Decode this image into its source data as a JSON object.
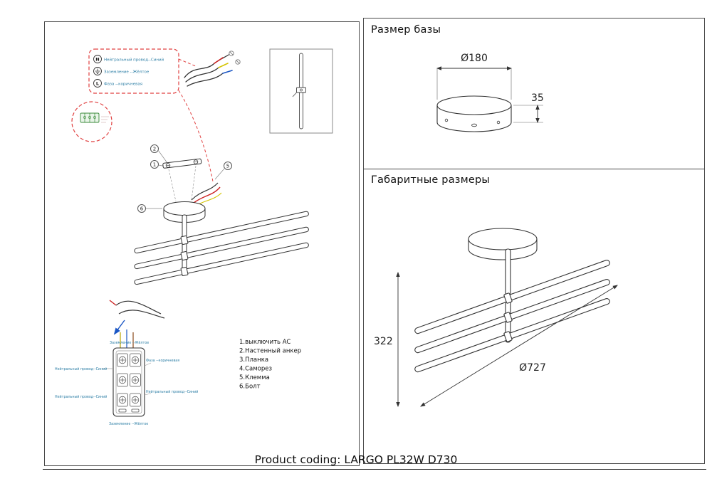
{
  "product": {
    "coding": "Product coding:  LARGO PL32W D730"
  },
  "legend": {
    "n_symbol": "N",
    "n_label": "Нейтральный провод--Синий",
    "e_label": "Заземление --Жёлтое",
    "l_symbol": "L",
    "l_label": "Фаза --коричневая"
  },
  "callouts": {
    "c1": "1",
    "c2": "2",
    "c5": "5",
    "c6": "6"
  },
  "parts": [
    "1.выключить AC",
    "2.Настенный  анкер",
    "3.Планка",
    "4.Саморез",
    "5.Клемма",
    "6.Болт"
  ],
  "terminal": {
    "top": "Заземление --Жёлтое",
    "left_top": "Нейтральный провод--Синий",
    "right_top": "Фаза --коричневая",
    "left_bottom": "Нейтральный провод--Синий",
    "right_bottom": "Нейтральный провод--Синий",
    "bottom": "Заземление --Жёлтое"
  },
  "base_section": {
    "title": "Размер базы",
    "diameter": "Ø180",
    "height": "35"
  },
  "overall_section": {
    "title": "Габаритные размеры",
    "height": "322",
    "diameter": "Ø727"
  },
  "colors": {
    "callout_red": "#e04040",
    "label_blue": "#2e7fa6",
    "line_dark": "#333333",
    "wire_red": "#cc2222",
    "wire_yellow": "#d4c400",
    "wire_blue": "#1a56c4",
    "wire_green": "#3a8a3a"
  }
}
